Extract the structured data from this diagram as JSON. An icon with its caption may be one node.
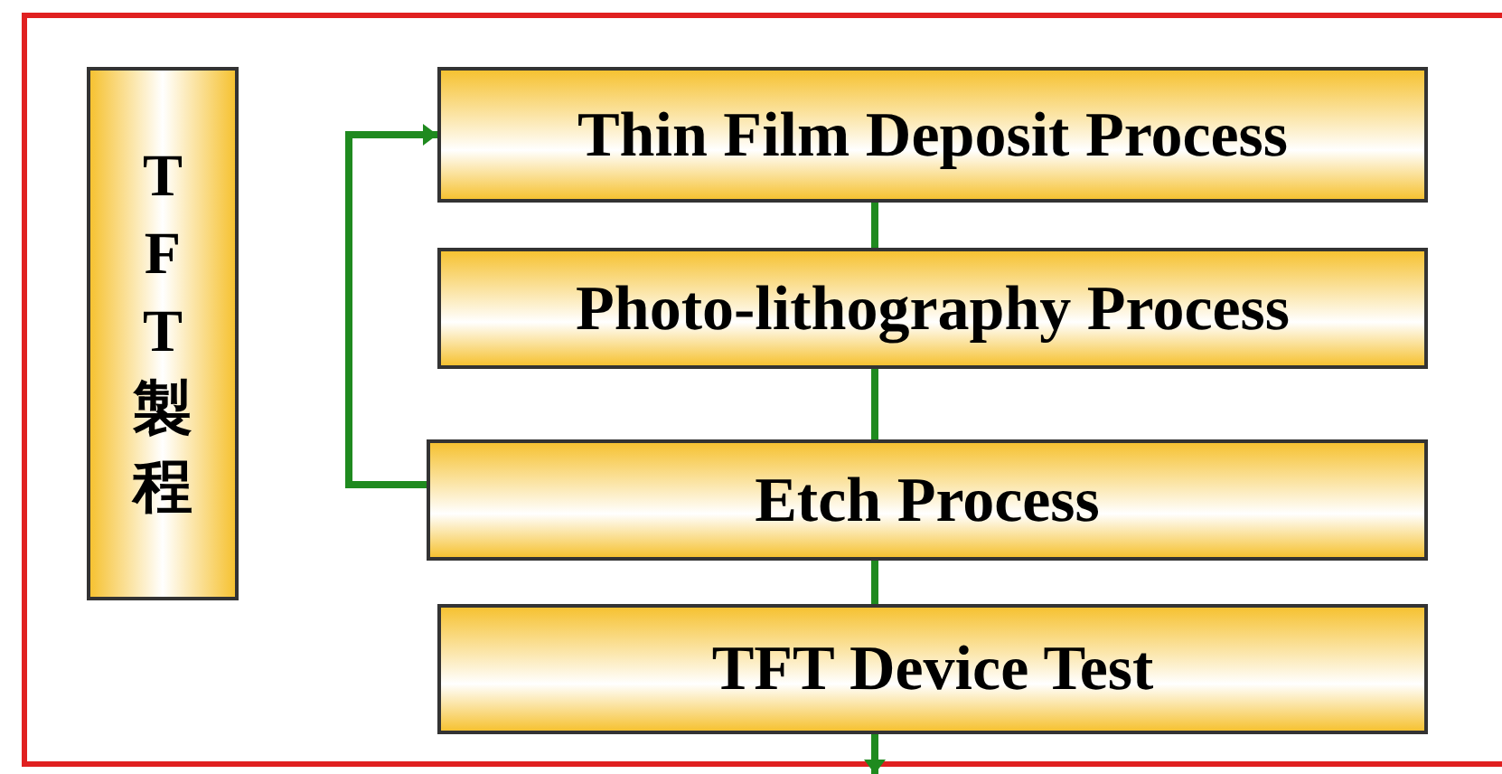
{
  "diagram": {
    "nodes": [
      {
        "text": [
          "TFT製程"
        ]
      },
      {
        "text": [
          "Thin Film Deposit Process"
        ]
      },
      {
        "text": [
          "Photo-lithography Process"
        ]
      },
      {
        "text": [
          "Etch Process"
        ]
      },
      {
        "text": [
          "TFT Device Test"
        ]
      }
    ],
    "edges": [
      {
        "from": 1,
        "to": 2,
        "arrow": "none"
      },
      {
        "from": 2,
        "to": 3,
        "arrow": "none"
      },
      {
        "from": 3,
        "to": 4,
        "arrow": "none"
      },
      {
        "from": 3,
        "to": 1,
        "arrow": "to"
      },
      {
        "from": 4,
        "to": null,
        "arrow": "to"
      }
    ]
  }
}
